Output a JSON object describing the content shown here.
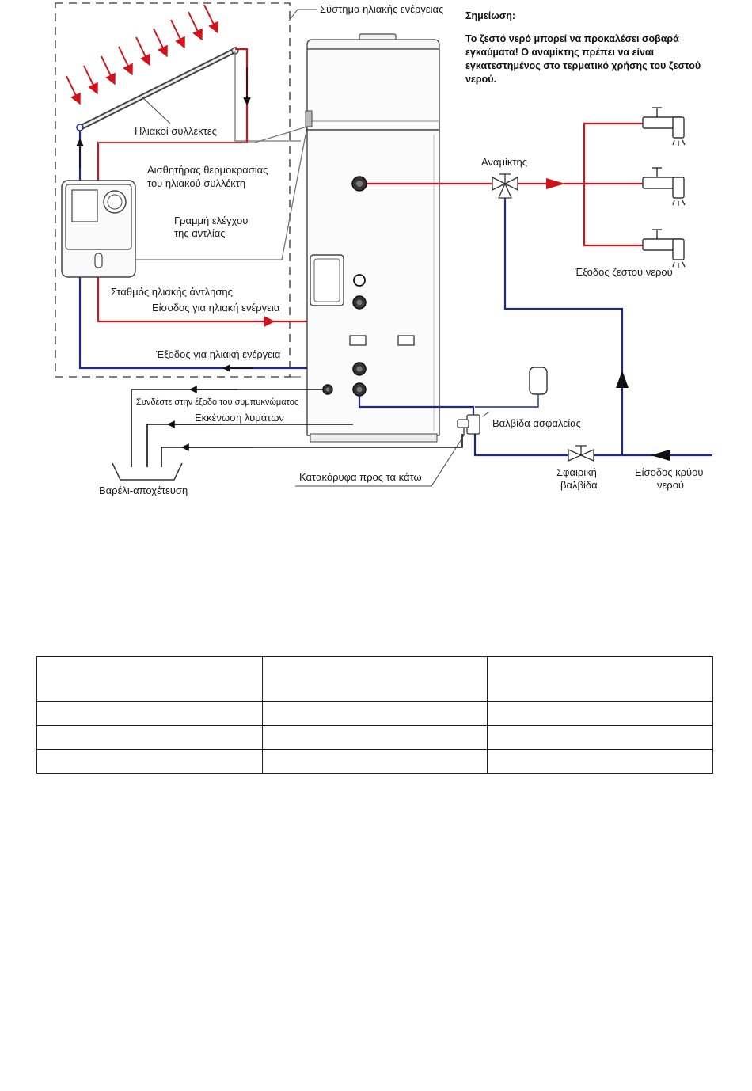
{
  "note": {
    "title": "Σημείωση:",
    "text": "Το ζεστό νερό μπορεί να προκαλέσει σοβαρά εγκαύματα! Ο αναμίκτης πρέπει να είναι εγκατεστημένος στο τερματικό χρήσης του ζεστού νερού."
  },
  "labels": {
    "solar_system": "Σύστημα ηλιακής ενέργειας",
    "collectors": "Ηλιακοί συλλέκτες",
    "sensor_line1": "Αισθητήρας θερμοκρασίας",
    "sensor_line2": "του ηλιακού συλλέκτη",
    "pump_line1": "Γραμμή ελέγχου",
    "pump_line2": "της αντλίας",
    "station": "Σταθμός ηλιακής άντλησης",
    "solar_in": "Είσοδος για ηλιακή ενέργεια",
    "solar_out": "Έξοδος για ηλιακή ενέργεια",
    "condensate": "Συνδέστε στην έξοδο του συμπυκνώματος",
    "sewage": "Εκκένωση λυμάτων",
    "drain_barrel": "Βαρέλι-αποχέτευση",
    "vertical_down": "Κατακόρυφα προς τα κάτω",
    "safety_valve": "Βαλβίδα ασφαλείας",
    "ball_valve_line1": "Σφαιρική",
    "ball_valve_line2": "βαλβίδα",
    "cold_in_line1": "Είσοδος κρύου",
    "cold_in_line2": "νερού",
    "mixer": "Αναμίκτης",
    "hot_out": "Έξοδος ζεστού νερού"
  },
  "colors": {
    "hot_pipe": "#d1121b",
    "cold_pipe": "#1b2a8c",
    "outline": "#444444",
    "grey_line": "#777777"
  },
  "table": {
    "columns": 3,
    "rows": 4
  }
}
